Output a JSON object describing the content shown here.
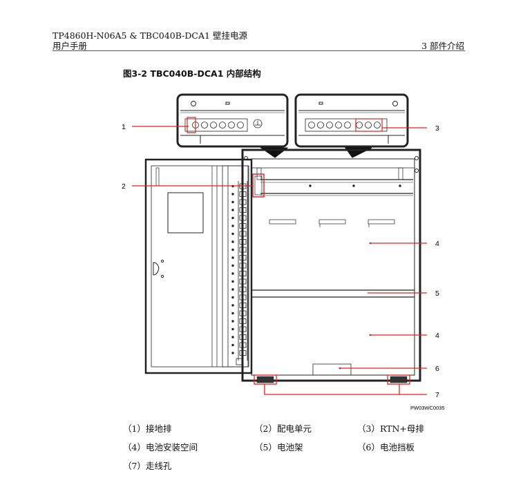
{
  "header": {
    "product": "TP4860H-N06A5 & TBC040B-DCA1  壁挂电源",
    "manual": "用户手册",
    "chapter": "3  部件介绍"
  },
  "figure": {
    "caption": "图3-2  TBC040B-DCA1 内部结构",
    "code": "PW03WC0035",
    "callouts": [
      "1",
      "2",
      "3",
      "4",
      "5",
      "4",
      "6",
      "7"
    ]
  },
  "legend": [
    {
      "num": "（1）",
      "label": "接地排"
    },
    {
      "num": "（2）",
      "label": "配电单元"
    },
    {
      "num": "（3）",
      "label": "RTN+母排"
    },
    {
      "num": "（4）",
      "label": "电池安装空间"
    },
    {
      "num": "（5）",
      "label": "电池架"
    },
    {
      "num": "（6）",
      "label": "电池挡板"
    },
    {
      "num": "（7）",
      "label": "走线孔"
    }
  ]
}
